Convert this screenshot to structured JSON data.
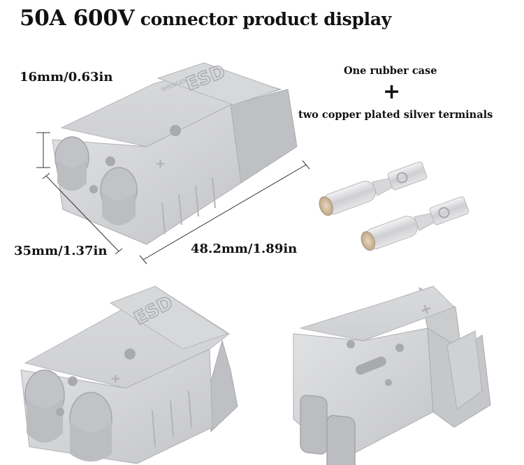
{
  "title": {
    "main": "50A 600V",
    "sub": " connector product display"
  },
  "dimensions": {
    "height": "16mm/0.63in",
    "width": "35mm/1.37in",
    "length": "48.2mm/1.89in"
  },
  "contents_note": {
    "line1": "One rubber case",
    "plus": "+",
    "line2": "two copper plated silver terminals"
  },
  "product": {
    "brand_mark": "SHENGEN",
    "polarity": "+",
    "housing_color": "#d2d3d5",
    "terminal_color": "#dcdcde"
  }
}
